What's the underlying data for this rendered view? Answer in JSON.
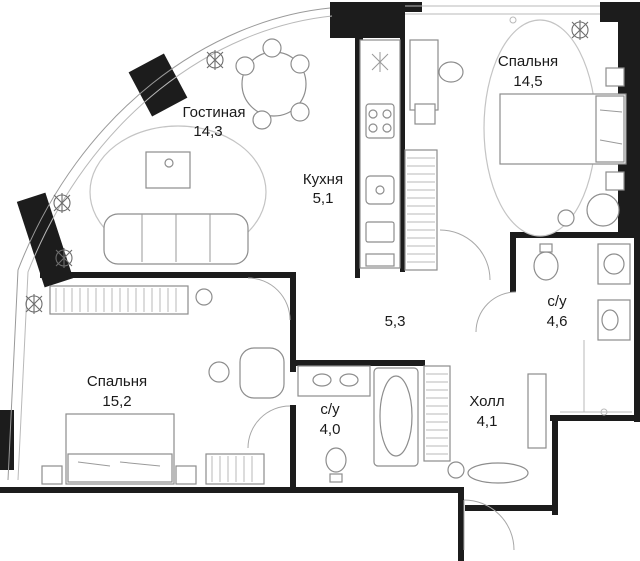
{
  "plan": {
    "rooms": [
      {
        "id": "living",
        "name": "Гостиная",
        "area": "14,3"
      },
      {
        "id": "kitchen",
        "name": "Кухня",
        "area": "5,1"
      },
      {
        "id": "bedroom_top",
        "name": "Спальня",
        "area": "14,5"
      },
      {
        "id": "corridor",
        "name": "",
        "area": "5,3"
      },
      {
        "id": "bath_right",
        "name": "с/у",
        "area": "4,6"
      },
      {
        "id": "bedroom_left",
        "name": "Спальня",
        "area": "15,2"
      },
      {
        "id": "bath_mid",
        "name": "с/у",
        "area": "4,0"
      },
      {
        "id": "hall",
        "name": "Холл",
        "area": "4,1"
      }
    ],
    "colors": {
      "wall": "#1c1c1c",
      "furniture": "#8d8d8d",
      "background": "#ffffff"
    }
  }
}
